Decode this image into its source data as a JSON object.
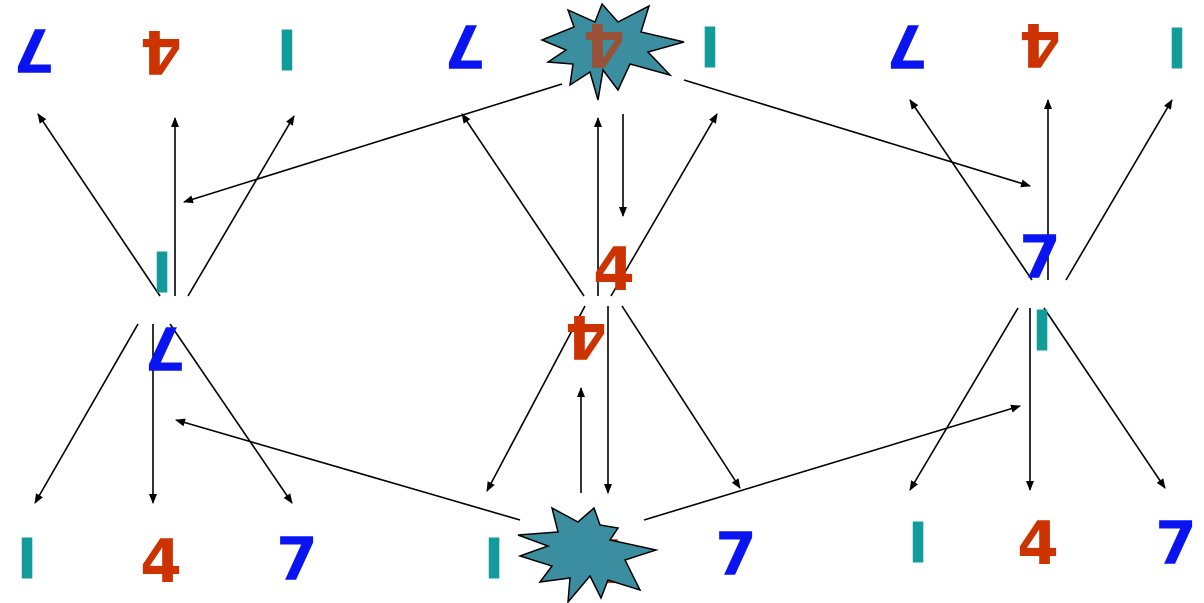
{
  "colors": {
    "one": "#129b9b",
    "four": "#cc3300",
    "seven": "#0a14f0",
    "arrow": "#000000",
    "burst_fill": "#3b8ea0",
    "burst_stroke": "#000000"
  },
  "glyphs": {
    "one": "I",
    "four": "4",
    "seven": "7"
  },
  "bursts": [
    "explosion-icon",
    "explosion-icon"
  ]
}
